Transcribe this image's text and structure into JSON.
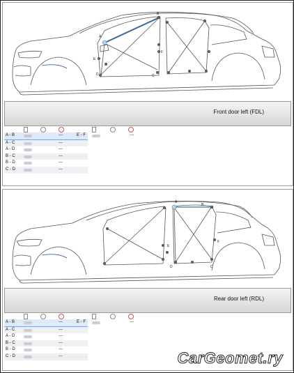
{
  "panels": [
    {
      "title": "Front door left (FDL)",
      "points": {
        "A": "A",
        "B": "B",
        "C": "C",
        "D": "D",
        "E": "E",
        "F": "F"
      },
      "rows": [
        {
          "k": "A - B",
          "v": "---"
        },
        {
          "k": "A - C",
          "v": "---"
        },
        {
          "k": "A - D",
          "v": "---"
        },
        {
          "k": "B - C",
          "v": "---"
        },
        {
          "k": "B - D",
          "v": "---"
        },
        {
          "k": "C - D",
          "v": "---"
        }
      ],
      "rows2": [
        {
          "k": "E - F",
          "v": "---"
        }
      ]
    },
    {
      "title": "Rear door left (RDL)",
      "points": {
        "A": "A",
        "B": "B",
        "C": "C",
        "D": "D",
        "E": "E",
        "F": "F"
      },
      "rows": [
        {
          "k": "A - B",
          "v": "---"
        },
        {
          "k": "A - C",
          "v": "---"
        },
        {
          "k": "A - D",
          "v": "---"
        },
        {
          "k": "B - C",
          "v": "---"
        },
        {
          "k": "B - D",
          "v": "---"
        },
        {
          "k": "C - D",
          "v": "---"
        }
      ],
      "rows2": [
        {
          "k": "E - F",
          "v": "---"
        }
      ]
    }
  ],
  "watermark": "CarGeomet.ry",
  "colors": {
    "highlight": "#2f6fb3",
    "line": "#555555"
  }
}
